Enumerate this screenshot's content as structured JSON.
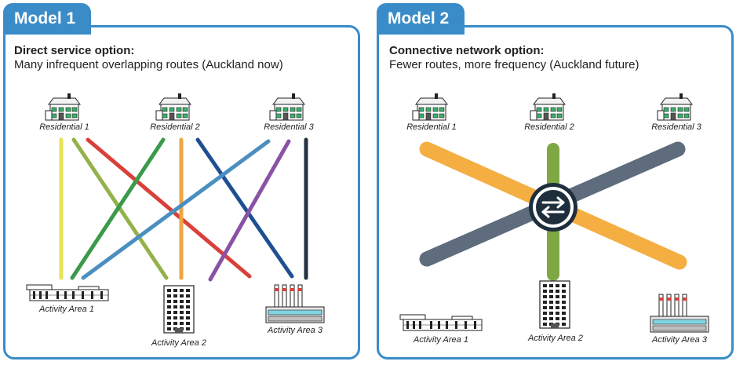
{
  "model1": {
    "tab": "Model 1",
    "title": "Direct service option:",
    "subtitle": "Many infrequent overlapping routes (Auckland now)",
    "residential": [
      "Residential 1",
      "Residential 2",
      "Residential 3"
    ],
    "activity": [
      "Activity Area 1",
      "Activity Area 2",
      "Activity Area 3"
    ],
    "route_colors": [
      "#e8e25a",
      "#94b24a",
      "#d9403a",
      "#3a9a4a",
      "#eea643",
      "#1f4f93",
      "#4a8fc0",
      "#8a52a7",
      "#243141"
    ]
  },
  "model2": {
    "tab": "Model 2",
    "title": "Connective network option:",
    "subtitle": "Fewer routes, more frequency (Auckland future)",
    "residential": [
      "Residential 1",
      "Residential 2",
      "Residential 3"
    ],
    "activity": [
      "Activity Area 1",
      "Activity Area 2",
      "Activity Area 3"
    ],
    "route_colors": [
      "#f4ae42",
      "#5e6c7d",
      "#7fa844"
    ],
    "hub_icon": "transfer-arrows-icon"
  }
}
